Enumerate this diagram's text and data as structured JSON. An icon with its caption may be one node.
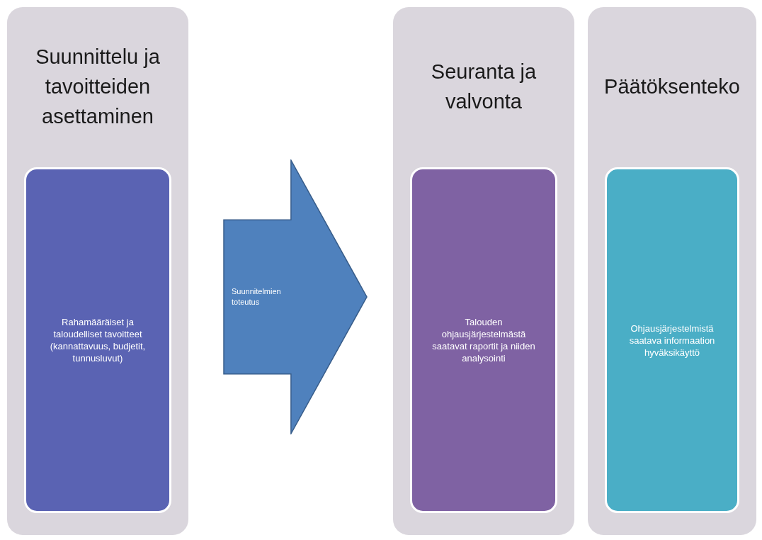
{
  "diagram": {
    "nodes": [
      {
        "text": [
          "Suunnittelu ja tavoitteiden asettaminen"
        ]
      },
      {
        "text": [
          "Rahamääräiset ja taloudelliset tavoitteet (kannattavuus, budjetit, tunnusluvut)"
        ],
        "in": 0
      },
      {
        "text": [
          "Suunnitelmien toteutus"
        ]
      },
      {
        "text": [
          "Seuranta ja valvonta"
        ]
      },
      {
        "text": [
          "Talouden ohjausjärjestelmästä saatavat raportit ja niiden analysointi"
        ],
        "in": 3
      },
      {
        "text": [
          "Päätöksenteko"
        ]
      },
      {
        "text": [
          "Ohjausjärjestelmistä saatava informaation hyväksikäyttö"
        ],
        "in": 5
      }
    ]
  }
}
